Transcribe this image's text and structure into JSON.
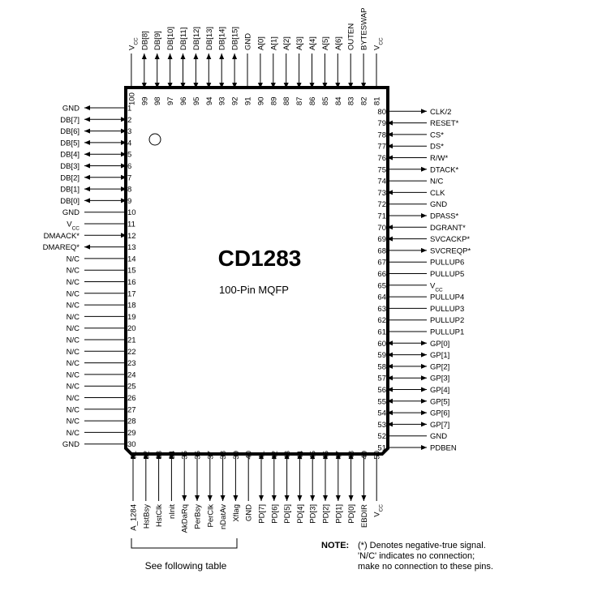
{
  "chip": {
    "name": "CD1283",
    "package": "100-Pin MQFP"
  },
  "note": {
    "label": "NOTE:",
    "lines": [
      "(*) Denotes negative-true signal.",
      "'N/C' indicates no connection;",
      "make no connection to these pins."
    ]
  },
  "bracket_label": "See following table",
  "pins": {
    "left": [
      {
        "num": "1",
        "label": "GND",
        "dir": "out"
      },
      {
        "num": "2",
        "label": "DB[7]",
        "dir": "bi"
      },
      {
        "num": "3",
        "label": "DB[6]",
        "dir": "bi"
      },
      {
        "num": "4",
        "label": "DB[5]",
        "dir": "bi"
      },
      {
        "num": "5",
        "label": "DB[4]",
        "dir": "bi"
      },
      {
        "num": "6",
        "label": "DB[3]",
        "dir": "bi"
      },
      {
        "num": "7",
        "label": "DB[2]",
        "dir": "bi"
      },
      {
        "num": "8",
        "label": "DB[1]",
        "dir": "bi"
      },
      {
        "num": "9",
        "label": "DB[0]",
        "dir": "bi"
      },
      {
        "num": "10",
        "label": "GND",
        "dir": "none"
      },
      {
        "num": "11",
        "label": "VCC",
        "dir": "none"
      },
      {
        "num": "12",
        "label": "DMAACK*",
        "dir": "in"
      },
      {
        "num": "13",
        "label": "DMAREQ*",
        "dir": "out"
      },
      {
        "num": "14",
        "label": "N/C",
        "dir": "none"
      },
      {
        "num": "15",
        "label": "N/C",
        "dir": "none"
      },
      {
        "num": "16",
        "label": "N/C",
        "dir": "none"
      },
      {
        "num": "17",
        "label": "N/C",
        "dir": "none"
      },
      {
        "num": "18",
        "label": "N/C",
        "dir": "none"
      },
      {
        "num": "19",
        "label": "N/C",
        "dir": "none"
      },
      {
        "num": "20",
        "label": "N/C",
        "dir": "none"
      },
      {
        "num": "21",
        "label": "N/C",
        "dir": "none"
      },
      {
        "num": "22",
        "label": "N/C",
        "dir": "none"
      },
      {
        "num": "23",
        "label": "N/C",
        "dir": "none"
      },
      {
        "num": "24",
        "label": "N/C",
        "dir": "none"
      },
      {
        "num": "25",
        "label": "N/C",
        "dir": "none"
      },
      {
        "num": "26",
        "label": "N/C",
        "dir": "none"
      },
      {
        "num": "27",
        "label": "N/C",
        "dir": "none"
      },
      {
        "num": "28",
        "label": "N/C",
        "dir": "none"
      },
      {
        "num": "29",
        "label": "N/C",
        "dir": "none"
      },
      {
        "num": "30",
        "label": "GND",
        "dir": "none"
      }
    ],
    "bottom": [
      {
        "num": "31",
        "label": "A_1284",
        "dir": "in"
      },
      {
        "num": "32",
        "label": "HstBsy",
        "dir": "in"
      },
      {
        "num": "33",
        "label": "HstClk",
        "dir": "in"
      },
      {
        "num": "34",
        "label": "nInit",
        "dir": "in"
      },
      {
        "num": "35",
        "label": "AkDaRq",
        "dir": "out"
      },
      {
        "num": "36",
        "label": "PerBsy",
        "dir": "out"
      },
      {
        "num": "37",
        "label": "PerClk",
        "dir": "out"
      },
      {
        "num": "38",
        "label": "nDatAv",
        "dir": "out"
      },
      {
        "num": "39",
        "label": "Xflag",
        "dir": "out"
      },
      {
        "num": "40",
        "label": "GND",
        "dir": "none"
      },
      {
        "num": "41",
        "label": "PD[7]",
        "dir": "bi"
      },
      {
        "num": "42",
        "label": "PD[6]",
        "dir": "bi"
      },
      {
        "num": "43",
        "label": "PD[5]",
        "dir": "bi"
      },
      {
        "num": "44",
        "label": "PD[4]",
        "dir": "bi"
      },
      {
        "num": "45",
        "label": "PD[3]",
        "dir": "bi"
      },
      {
        "num": "46",
        "label": "PD[2]",
        "dir": "bi"
      },
      {
        "num": "47",
        "label": "PD[1]",
        "dir": "bi"
      },
      {
        "num": "48",
        "label": "PD[0]",
        "dir": "bi"
      },
      {
        "num": "49",
        "label": "EBDIR",
        "dir": "out"
      },
      {
        "num": "50",
        "label": "VCC",
        "dir": "none"
      }
    ],
    "right": [
      {
        "num": "51",
        "label": "PDBEN",
        "dir": "out"
      },
      {
        "num": "52",
        "label": "GND",
        "dir": "none"
      },
      {
        "num": "53",
        "label": "GP[7]",
        "dir": "bi"
      },
      {
        "num": "54",
        "label": "GP[6]",
        "dir": "bi"
      },
      {
        "num": "55",
        "label": "GP[5]",
        "dir": "bi"
      },
      {
        "num": "56",
        "label": "GP[4]",
        "dir": "bi"
      },
      {
        "num": "57",
        "label": "GP[3]",
        "dir": "bi"
      },
      {
        "num": "58",
        "label": "GP[2]",
        "dir": "bi"
      },
      {
        "num": "59",
        "label": "GP[1]",
        "dir": "bi"
      },
      {
        "num": "60",
        "label": "GP[0]",
        "dir": "bi"
      },
      {
        "num": "61",
        "label": "PULLUP1",
        "dir": "none"
      },
      {
        "num": "62",
        "label": "PULLUP2",
        "dir": "none"
      },
      {
        "num": "63",
        "label": "PULLUP3",
        "dir": "none"
      },
      {
        "num": "64",
        "label": "PULLUP4",
        "dir": "none"
      },
      {
        "num": "65",
        "label": "VCC",
        "dir": "none"
      },
      {
        "num": "66",
        "label": "PULLUP5",
        "dir": "none"
      },
      {
        "num": "67",
        "label": "PULLUP6",
        "dir": "none"
      },
      {
        "num": "68",
        "label": "SVCREQP*",
        "dir": "out"
      },
      {
        "num": "69",
        "label": "SVCACKP*",
        "dir": "in"
      },
      {
        "num": "70",
        "label": "DGRANT*",
        "dir": "in"
      },
      {
        "num": "71",
        "label": "DPASS*",
        "dir": "out"
      },
      {
        "num": "72",
        "label": "GND",
        "dir": "none"
      },
      {
        "num": "73",
        "label": "CLK",
        "dir": "in"
      },
      {
        "num": "74",
        "label": "N/C",
        "dir": "none"
      },
      {
        "num": "75",
        "label": "DTACK*",
        "dir": "out"
      },
      {
        "num": "76",
        "label": "R/W*",
        "dir": "in"
      },
      {
        "num": "77",
        "label": "DS*",
        "dir": "in"
      },
      {
        "num": "78",
        "label": "CS*",
        "dir": "in"
      },
      {
        "num": "79",
        "label": "RESET*",
        "dir": "in"
      },
      {
        "num": "80",
        "label": "CLK/2",
        "dir": "out"
      }
    ],
    "top": [
      {
        "num": "81",
        "label": "VCC",
        "dir": "none"
      },
      {
        "num": "82",
        "label": "BYTESWAP",
        "dir": "in"
      },
      {
        "num": "83",
        "label": "OUTEN",
        "dir": "in"
      },
      {
        "num": "84",
        "label": "A[6]",
        "dir": "in"
      },
      {
        "num": "85",
        "label": "A[5]",
        "dir": "in"
      },
      {
        "num": "86",
        "label": "A[4]",
        "dir": "in"
      },
      {
        "num": "87",
        "label": "A[3]",
        "dir": "in"
      },
      {
        "num": "88",
        "label": "A[2]",
        "dir": "in"
      },
      {
        "num": "89",
        "label": "A[1]",
        "dir": "in"
      },
      {
        "num": "90",
        "label": "A[0]",
        "dir": "in"
      },
      {
        "num": "91",
        "label": "GND",
        "dir": "none"
      },
      {
        "num": "92",
        "label": "DB[15]",
        "dir": "bi"
      },
      {
        "num": "93",
        "label": "DB[14]",
        "dir": "bi"
      },
      {
        "num": "94",
        "label": "DB[13]",
        "dir": "bi"
      },
      {
        "num": "95",
        "label": "DB[12]",
        "dir": "bi"
      },
      {
        "num": "96",
        "label": "DB[11]",
        "dir": "bi"
      },
      {
        "num": "97",
        "label": "DB[10]",
        "dir": "bi"
      },
      {
        "num": "98",
        "label": "DB[9]",
        "dir": "bi"
      },
      {
        "num": "99",
        "label": "DB[8]",
        "dir": "bi"
      },
      {
        "num": "100",
        "label": "VCC",
        "dir": "none"
      }
    ]
  }
}
